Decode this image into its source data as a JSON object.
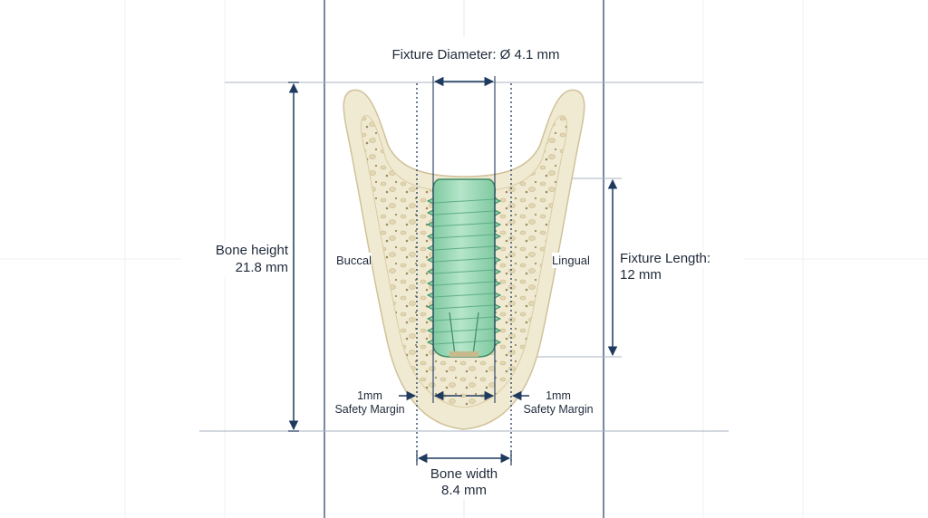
{
  "labels": {
    "fixture_diameter": "Fixture Diameter: Ø 4.1 mm",
    "bone_height_title": "Bone height",
    "bone_height_value": "21.8 mm",
    "buccal": "Buccal",
    "lingual": "Lingual",
    "fixture_length_title": "Fixture Length:",
    "fixture_length_value": "12 mm",
    "left_margin_value": "1mm",
    "left_margin_title": "Safety Margin",
    "right_margin_value": "1mm",
    "right_margin_title": "Safety Margin",
    "bone_width_title": "Bone width",
    "bone_width_value": "8.4 mm"
  },
  "colors": {
    "dimension_line": "#1f3a5f",
    "guide_line": "#c9cfd8",
    "bone_fill": "#f1ead2",
    "bone_outline": "#cfc29a",
    "cancellous": "#e4dab8",
    "implant_fill": "#9ed9b6",
    "implant_outline": "#3f8a66"
  }
}
